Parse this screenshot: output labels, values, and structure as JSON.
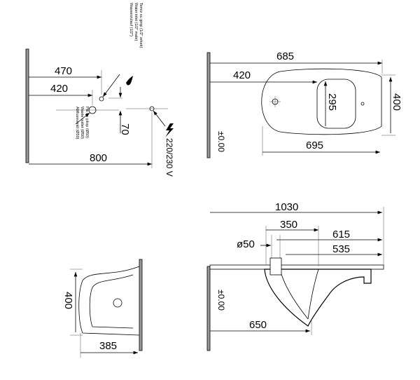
{
  "plan_view": {
    "dims": {
      "d470": "470",
      "d420": "420",
      "d800": "800",
      "d70": "70"
    },
    "voltage": "220/230 V",
    "water_inlet": [
      "Temiz su girişi (1/2\" erkek)",
      "Water inlet (1/2\" male)",
      "Wasserzulauf (1/2\")"
    ],
    "waste_outlet": [
      "Pis su çıkışı (Ø50)",
      "Waste outlet (Ø50)",
      "Abflussventil (Ø50)"
    ]
  },
  "top_view": {
    "d685": "685",
    "d420": "420",
    "d295": "295",
    "d400": "400",
    "d695": "695",
    "level": "±0.00"
  },
  "front_view": {
    "d400": "400",
    "d385": "385"
  },
  "side_view": {
    "d1030": "1030",
    "d350": "350",
    "d615": "615",
    "d535": "535",
    "d50": "ø50",
    "d650": "650",
    "level": "±0.00"
  }
}
